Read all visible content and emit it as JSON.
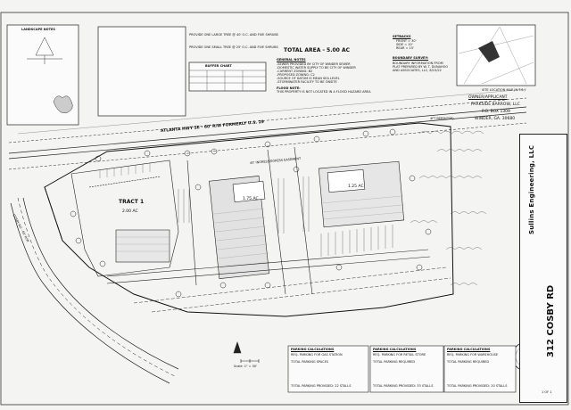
{
  "header": {
    "total_area": "TOTAL AREA - 5.00 AC",
    "highway_label": "ATLANTA HWY SE - 60' R/W FORMERLY U.S. 29",
    "cosby_rd_label": "COSBY RD - 60' R/W",
    "site_location_map": "SITE LOCATION MAP (N.T.S.)",
    "berm_label": "4FT BERM(TYP)"
  },
  "notes": {
    "left_title": "LANDSCAPE NOTES",
    "general_notes_title": "GENERAL NOTES",
    "general_notes": [
      "-SEWER PROVIDED BY CITY OF WINDER SEWER",
      "-DOMESTIC WATER SUPPLY TO BE CITY OF WINDER",
      "-CURRENT ZONING: B2",
      "-PROPOSED ZONING: C2",
      "-SOURCE OF DATUM IS MEAN SEA LEVEL",
      "-STORMWATER FACILITY TO BE ONSITE"
    ],
    "flood_notes_title": "FLOOD NOTE:",
    "flood_notes": "THIS PROPERTY IS NOT LOCATED IN A FLOOD HAZARD AREA",
    "setbacks_title": "SETBACKS",
    "setbacks": [
      "FRONT = 30'",
      "SIDE = 10'",
      "REAR = 15'"
    ],
    "boundary_title": "BOUNDARY SURVEY:",
    "boundary_text": "BOUNDARY INFORMATION FROM PLAT PREPARED BY W. T. DUNAHOO AND ASSOCIATES, LLC, 8/15/22",
    "tree_legend": [
      "PROVIDE ONE LARGE TREE @ 40' O.C. AND FIVE SHRUBS",
      "PROVIDE ONE SMALL TREE @ 25' O.C. AND FIVE SHRUBS"
    ],
    "buffer_chart_title": "BUFFER CHART"
  },
  "owner": {
    "title": "OWNER/APPLICANT",
    "name": "PARKSIDE BARROW, LLC",
    "address1": "P.O. BOX 1309",
    "address2": "WINDER, GA. 30680"
  },
  "plan": {
    "tract_1": "TRACT 1",
    "tract_1_area": "2.00 AC",
    "tract_2_area": "1.75 AC",
    "tract_3_area": "1.25 AC",
    "easement": "40' INGRESS/EGRESS EASEMENT",
    "scale_label": "Scale: 1\" = 50'"
  },
  "parking_calcs": [
    {
      "title": "PARKING CALCULATIONS",
      "lines": [
        "REQ. PARKING FOR GAS STATION",
        "TOTAL PARKING SPACES",
        "TOTAL PARKING PROVIDED: 22 STALLS"
      ]
    },
    {
      "title": "PARKING CALCULATIONS",
      "lines": [
        "REQ. PARKING FOR RETAIL STORE",
        "TOTAL PARKING REQUIRED",
        "TOTAL PARKING PROVIDED: 33 STALLS"
      ]
    },
    {
      "title": "PARKING CALCULATIONS",
      "lines": [
        "REQ. PARKING FOR WAREHOUSE",
        "TOTAL PARKING REQUIRED",
        "TOTAL PARKING PROVIDED: 20 STALLS"
      ]
    }
  ],
  "title_block": {
    "company": "Sullins Engineering, LLC",
    "project": "312 COSBY RD",
    "sheet": "1 OF 1"
  }
}
